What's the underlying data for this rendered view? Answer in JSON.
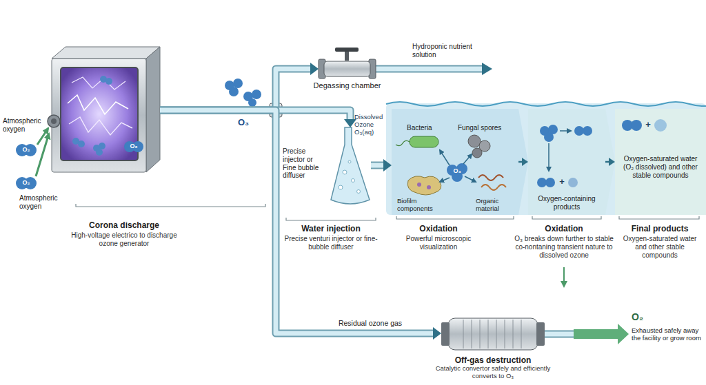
{
  "diagram": {
    "nodes": [
      {
        "text": [
          "Corona discharge",
          "High-voltage electrico to discharge ozone generator"
        ]
      },
      {
        "text": [
          "Degassing chamber"
        ]
      },
      {
        "text": [
          "Water injection",
          "Precise venturi injector or fine-bubble diffuser"
        ]
      },
      {
        "text": [
          "Oxidation",
          "Powerful microscopic visualization"
        ]
      },
      {
        "text": [
          "Oxidation",
          "O₃ breaks down further to stable co-nontaning transient nature to dissolved ozone",
          "Oxygen-containing products"
        ]
      },
      {
        "text": [
          "Final products",
          "Oxygen-saturated water and other stable compounds",
          "Oxygen-saturated water (O₂ dissolved) and other stable compounds"
        ]
      },
      {
        "text": [
          "Off-gas destruction",
          "Catalytic convertor safely and efficiently converts to O₃"
        ]
      }
    ],
    "edges": [
      {
        "from": 0,
        "to": 1,
        "arrow": "to"
      },
      {
        "from": 0,
        "to": 2,
        "arrow": "to"
      },
      {
        "from": 2,
        "to": 3,
        "arrow": "to"
      },
      {
        "from": 3,
        "to": 4,
        "arrow": "to"
      },
      {
        "from": 4,
        "to": 5,
        "arrow": "to"
      },
      {
        "from": 0,
        "to": 6,
        "arrow": "to"
      }
    ],
    "labels": [
      "Atmospheric oxygen",
      "O₂",
      "O₂",
      "Atmospheric oxygen",
      "O₂",
      "O₃",
      "Hydroponic nutrient solution",
      "Precise injector or Fine bubble diffuser",
      "Dissolved Ozone O₃(aq)",
      "Bacteria",
      "Fungal spores",
      "O₃",
      "Biofilm components",
      "Organic material",
      "+",
      "+",
      "Residual ozone gas",
      "O₂",
      "Exhausted safely away the facility or grow room"
    ]
  }
}
